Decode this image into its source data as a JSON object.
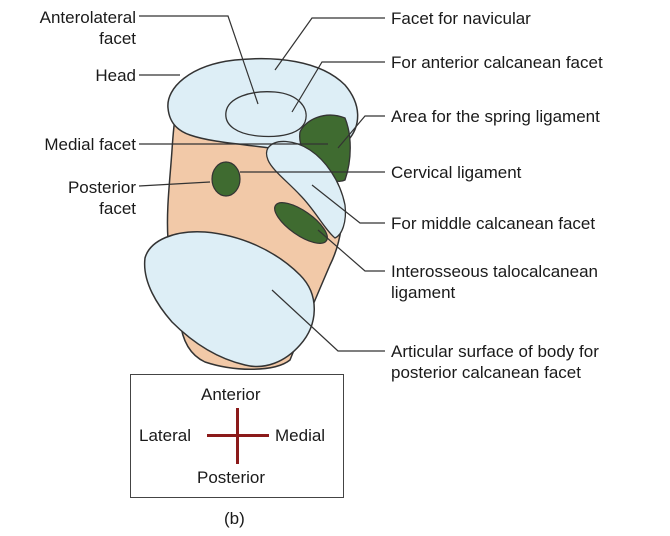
{
  "labels": {
    "anterolateral_facet": [
      "Anterolateral",
      "facet"
    ],
    "head": "Head",
    "medial_facet": "Medial facet",
    "posterior_facet": [
      "Posterior",
      "facet"
    ],
    "facet_navicular": "Facet for navicular",
    "anterior_calcanean": "For anterior calcanean facet",
    "spring_ligament": "Area for the spring ligament",
    "cervical_ligament": "Cervical ligament",
    "middle_calcanean": "For middle calcanean facet",
    "interosseous": [
      "Interosseous talocalcanean",
      "ligament"
    ],
    "articular_surface": [
      "Articular surface of body for",
      "posterior calcanean facet"
    ]
  },
  "compass": {
    "anterior": "Anterior",
    "posterior": "Posterior",
    "lateral": "Lateral",
    "medial": "Medial"
  },
  "caption": "(b)",
  "colors": {
    "bone": "#f2c9a8",
    "articular": "#ddeef6",
    "ligament_area": "#3f6b30",
    "outline": "#333333",
    "compass_cross": "#8b1a1a"
  }
}
